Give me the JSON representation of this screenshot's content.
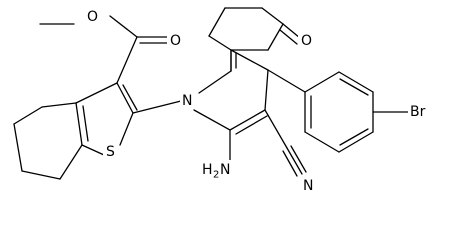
{
  "molecule": {
    "atoms": {
      "ester_o_double": "O",
      "ester_o_single": "O",
      "sulfur": "S",
      "ring_n": "N",
      "ketone_o": "O",
      "bromine": "Br",
      "nitrile_n": "N",
      "amine": "H",
      "amine_sub": "2",
      "amine_n": "N"
    }
  }
}
